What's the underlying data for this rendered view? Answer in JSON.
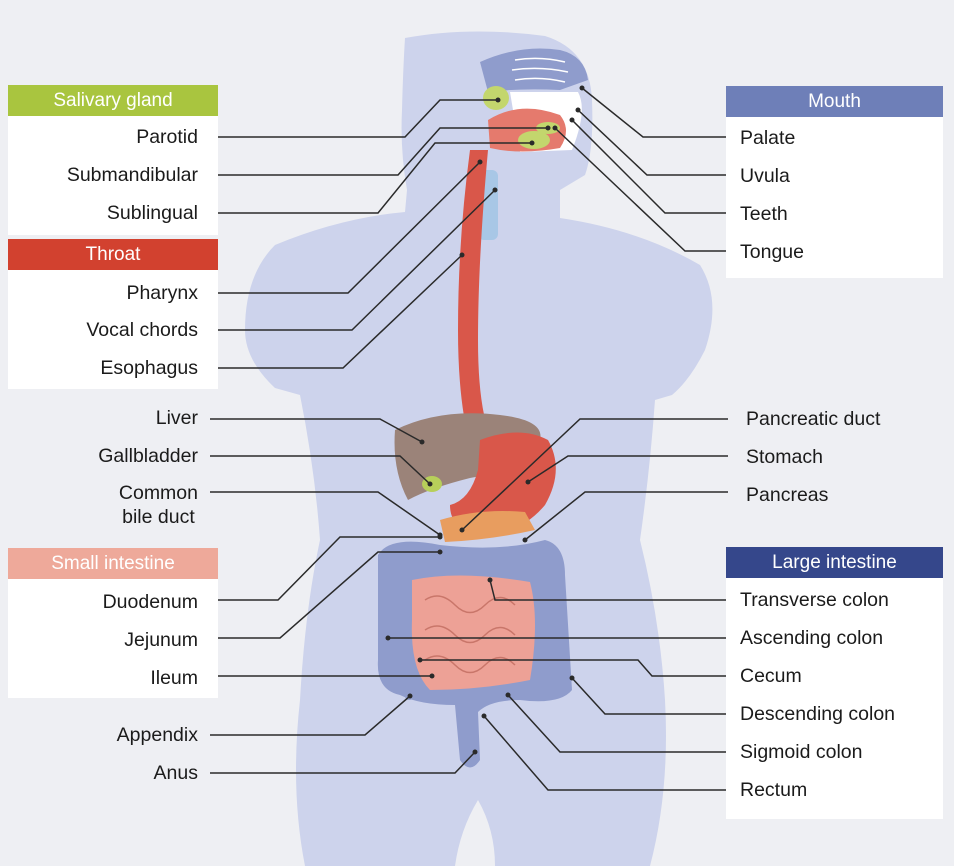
{
  "colors": {
    "salivary": "#a9c53f",
    "throat": "#d2412f",
    "small_intestine": "#eea99a",
    "mouth": "#6e7fb8",
    "large_intestine": "#35478b",
    "body": "#cdd3ec",
    "esophagus": "#d9574a",
    "liver": "#9b8379",
    "colon": "#8f9ccc",
    "small_bowel": "#eda196"
  },
  "groups": {
    "salivary_gland": {
      "title": "Salivary gland",
      "items": [
        "Parotid",
        "Submandibular",
        "Sublingual"
      ]
    },
    "throat": {
      "title": "Throat",
      "items": [
        "Pharynx",
        "Vocal chords",
        "Esophagus"
      ]
    },
    "small_intestine": {
      "title": "Small intestine",
      "items": [
        "Duodenum",
        "Jejunum",
        "Ileum"
      ]
    },
    "mouth": {
      "title": "Mouth",
      "items": [
        "Palate",
        "Uvula",
        "Teeth",
        "Tongue"
      ]
    },
    "large_intestine": {
      "title": "Large intestine",
      "items": [
        "Transverse colon",
        "Ascending colon",
        "Cecum",
        "Descending colon",
        "Sigmoid colon",
        "Rectum"
      ]
    }
  },
  "free_labels": {
    "left": [
      "Liver",
      "Gallbladder",
      "Common bile duct",
      "Appendix",
      "Anus"
    ],
    "right": [
      "Pancreatic duct",
      "Stomach",
      "Pancreas"
    ]
  },
  "common_bile_duct_lines": [
    "Common",
    "bile duct"
  ]
}
